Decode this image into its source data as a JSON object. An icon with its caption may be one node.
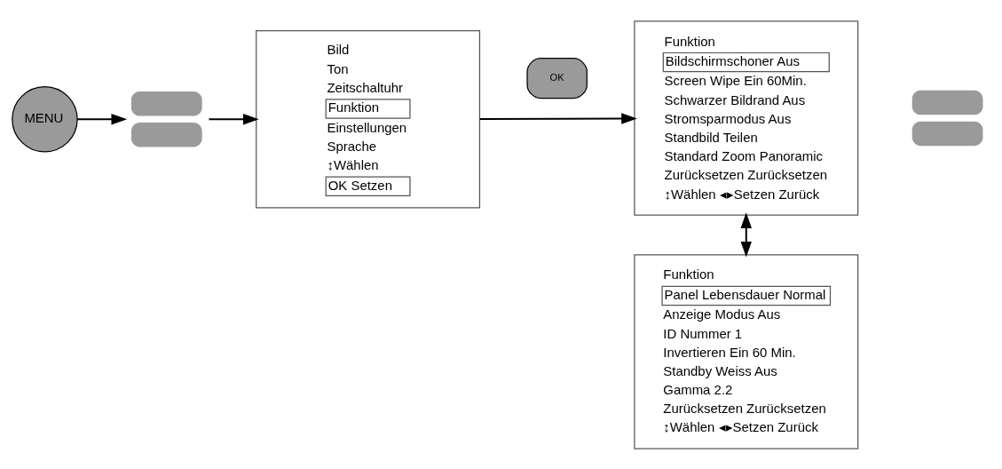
{
  "diagram": {
    "nodes": [
      {
        "text": [
          "MENU"
        ]
      },
      {
        "text": [],
        "shape": "button"
      },
      {
        "text": [
          "Bild",
          "Ton",
          "Zeitschaltuhr",
          "Funktion",
          "Einstellungen",
          "Sprache",
          "↕Wählen",
          "OK Setzen"
        ]
      },
      {
        "text": [
          "OK"
        ]
      },
      {
        "text": [
          "Funktion",
          "Bildschirmschoner Aus",
          "Screen Wipe Ein 60Min.",
          "Schwarzer Bildrand Aus",
          "Stromsparmodus Aus",
          "Standbild Teilen",
          "Standard Zoom Panoramic",
          "Zurücksetzen Zurücksetzen",
          "↕Wählen ◂▸Setzen Zurück"
        ]
      },
      {
        "text": [],
        "shape": "button"
      },
      {
        "text": [
          "Funktion",
          "Panel Lebensdauer Normal",
          "Anzeige Modus Aus",
          "ID Nummer 1",
          "Invertieren Ein 60 Min.",
          "Standby Weiss Aus",
          "Gamma 2.2",
          "Zurücksetzen Zurücksetzen",
          "↕Wählen ◂▸Setzen Zurück"
        ]
      }
    ],
    "edges": [
      {
        "from": 0,
        "to": 1,
        "arrow": "to"
      },
      {
        "from": 1,
        "to": 2,
        "arrow": "to"
      },
      {
        "from": 2,
        "to": 4,
        "arrow": "to"
      },
      {
        "from": 4,
        "to": 6,
        "arrow": "both"
      }
    ]
  }
}
